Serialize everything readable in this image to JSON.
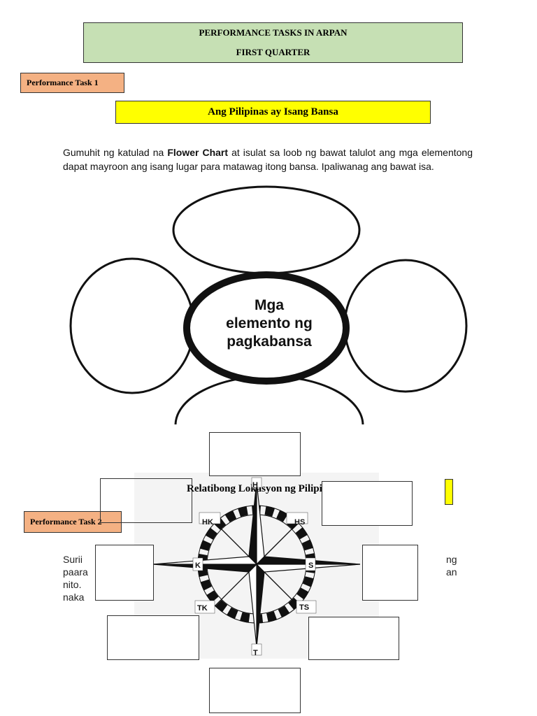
{
  "header": {
    "line1": "PERFORMANCE TASKS IN ARPAN",
    "line2": "FIRST QUARTER"
  },
  "task1": {
    "label": "Performance Task 1",
    "title": "Ang Pilipinas ay Isang Bansa",
    "instruction_pre": "Gumuhit ng katulad na ",
    "instruction_bold": "Flower Chart",
    "instruction_post": " at isulat sa loob ng bawat talulot ang mga elementong dapat mayroon ang isang lugar para matawag itong bansa. Ipaliwanag ang bawat isa.",
    "flower_center": {
      "line1": "Mga",
      "line2": "elemento ng",
      "line3": "pagkabansa"
    }
  },
  "task2": {
    "label": "Performance Task 2",
    "title": "Relatibong Lokasyon ng Pilipinas",
    "partial_lines": {
      "left1": "Surii",
      "left2": "paara",
      "left3": "nito.",
      "left4": "naka",
      "right1": "ng",
      "right2": "an"
    },
    "compass": {
      "north": "H",
      "south": "T",
      "east": "S",
      "west": "K",
      "northwest": "HK",
      "northeast": "HS",
      "southwest": "TK",
      "southeast": "TS"
    }
  }
}
